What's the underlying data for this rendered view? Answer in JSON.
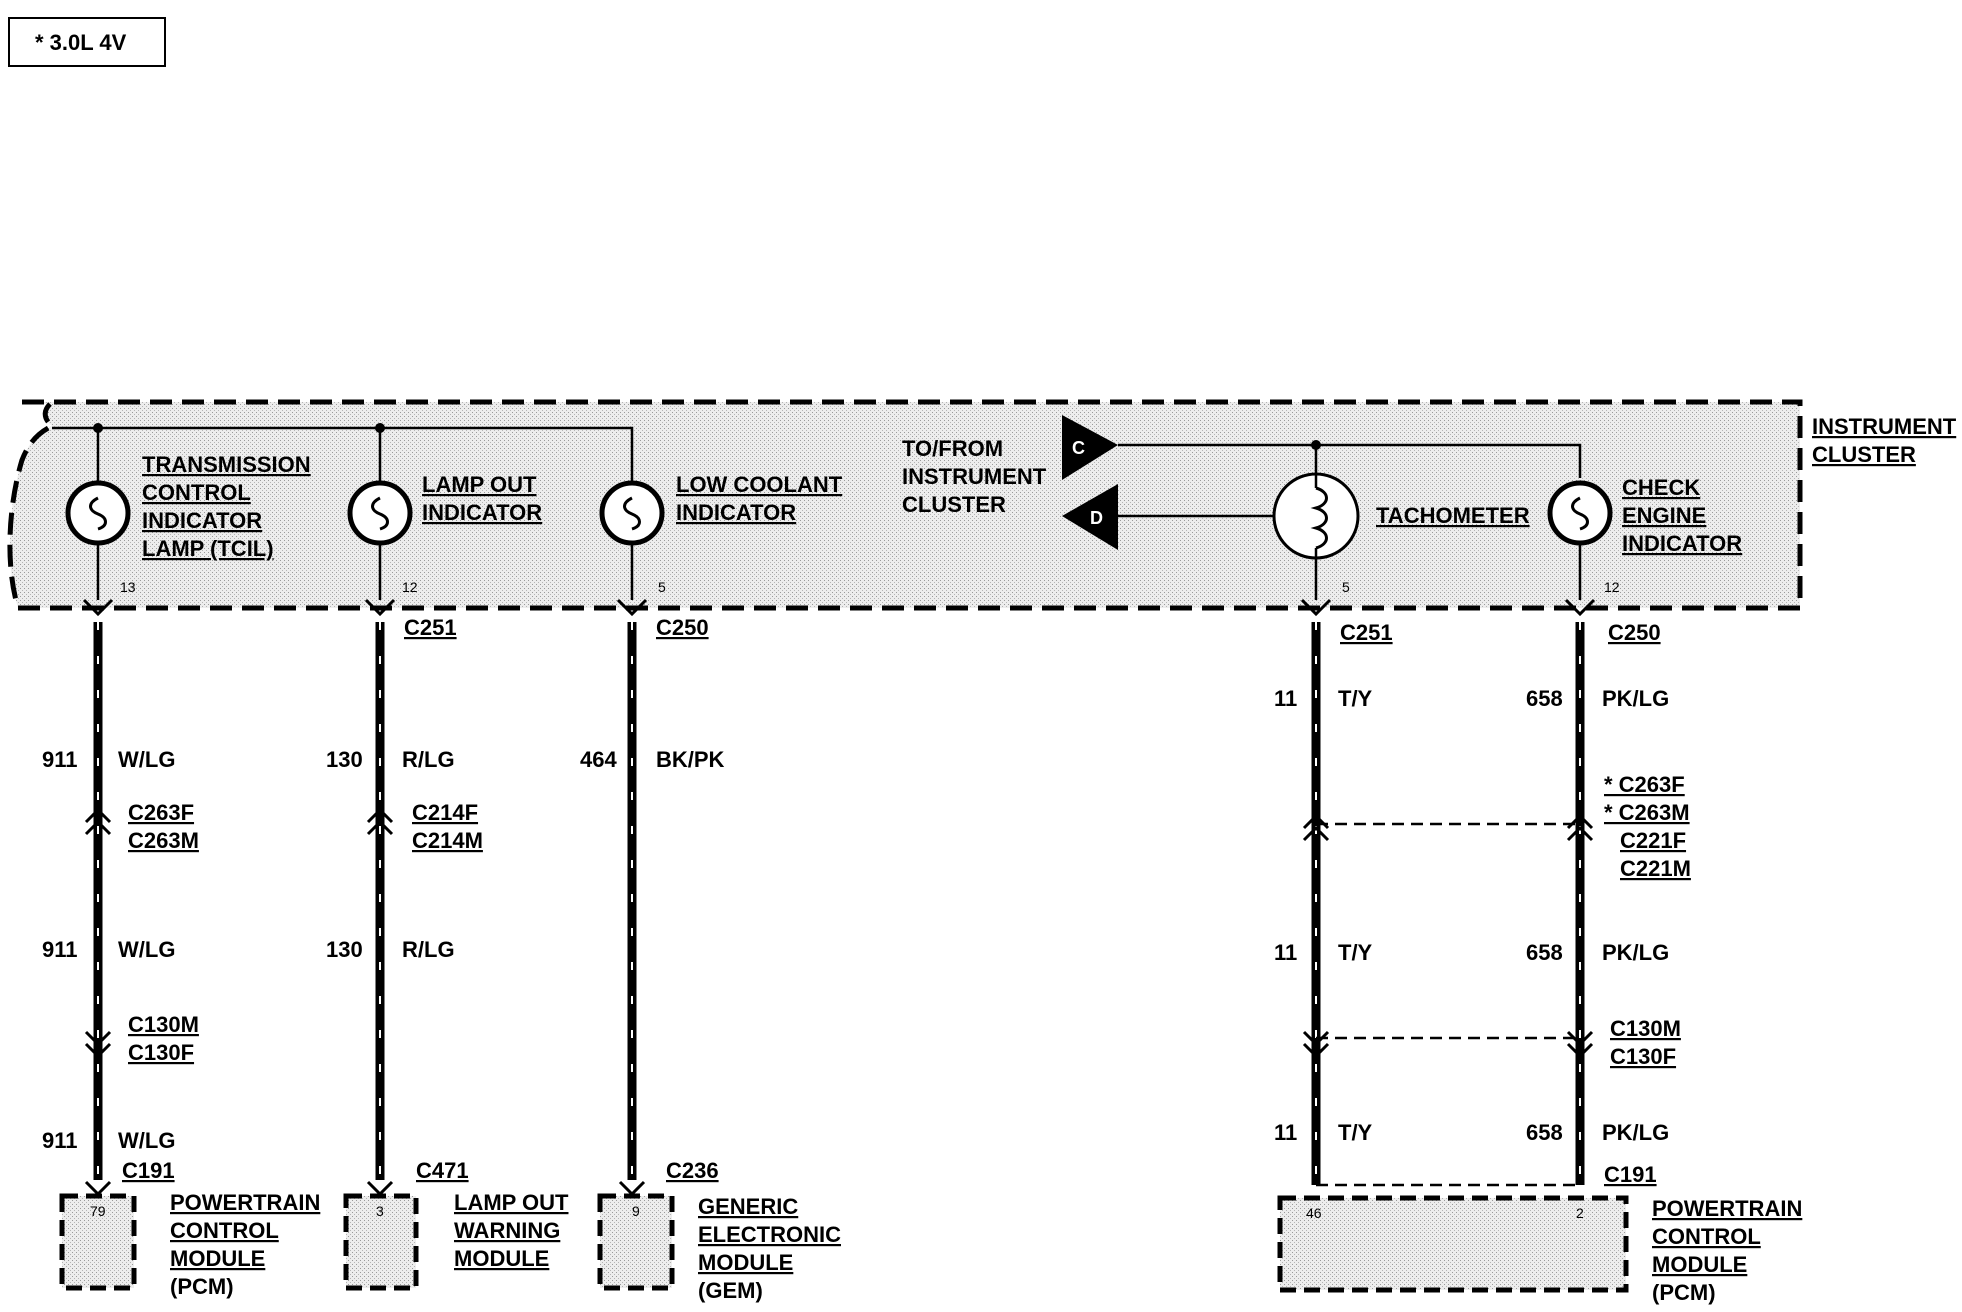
{
  "engine_note": "* 3.0L 4V",
  "cluster": {
    "label_line1": "INSTRUMENT",
    "label_line2": "CLUSTER"
  },
  "components": {
    "tcil": {
      "line1": "TRANSMISSION",
      "line2": "CONTROL",
      "line3": "INDICATOR",
      "line4": "LAMP (TCIL)",
      "pin": "13"
    },
    "lamp_out": {
      "line1": "LAMP OUT",
      "line2": "INDICATOR",
      "pin": "12"
    },
    "low_coolant": {
      "line1": "LOW COOLANT",
      "line2": "INDICATOR",
      "pin": "5"
    },
    "to_from": {
      "line1": "TO/FROM",
      "line2": "INSTRUMENT",
      "line3": "CLUSTER",
      "flag_c": "C",
      "flag_d": "D"
    },
    "tachometer": {
      "label": "TACHOMETER",
      "pin": "5"
    },
    "check_engine": {
      "line1": "CHECK",
      "line2": "ENGINE",
      "line3": "INDICATOR",
      "pin": "12"
    }
  },
  "connectors": {
    "c251_a": "C251",
    "c250_a": "C250",
    "c251_b": "C251",
    "c250_b": "C250",
    "c263_pair_f": "C263F",
    "c263_pair_m": "C263M",
    "c214f": "C214F",
    "c214m": "C214M",
    "c130m_a": "C130M",
    "c130f_a": "C130F",
    "c191_a": "C191",
    "c471": "C471",
    "c236": "C236",
    "c263f_star": "* C263F",
    "c263m_star": "* C263M",
    "c221f": "C221F",
    "c221m": "C221M",
    "c130m_b": "C130M",
    "c130f_b": "C130F",
    "c191_b": "C191"
  },
  "wires": {
    "w911_1": {
      "circuit": "911",
      "color": "W/LG"
    },
    "w911_2": {
      "circuit": "911",
      "color": "W/LG"
    },
    "w911_3": {
      "circuit": "911",
      "color": "W/LG"
    },
    "w130_1": {
      "circuit": "130",
      "color": "R/LG"
    },
    "w130_2": {
      "circuit": "130",
      "color": "R/LG"
    },
    "w464": {
      "circuit": "464",
      "color": "BK/PK"
    },
    "w11_1": {
      "circuit": "11",
      "color": "T/Y"
    },
    "w11_2": {
      "circuit": "11",
      "color": "T/Y"
    },
    "w11_3": {
      "circuit": "11",
      "color": "T/Y"
    },
    "w658_1": {
      "circuit": "658",
      "color": "PK/LG"
    },
    "w658_2": {
      "circuit": "658",
      "color": "PK/LG"
    },
    "w658_3": {
      "circuit": "658",
      "color": "PK/LG"
    }
  },
  "modules": {
    "pcm_a": {
      "pin": "79",
      "line1": "POWERTRAIN",
      "line2": "CONTROL",
      "line3": "MODULE",
      "line4": "(PCM)"
    },
    "lamp_out_module": {
      "pin": "3",
      "line1": "LAMP OUT",
      "line2": "WARNING",
      "line3": "MODULE"
    },
    "gem": {
      "pin": "9",
      "line1": "GENERIC",
      "line2": "ELECTRONIC",
      "line3": "MODULE",
      "line4": "(GEM)"
    },
    "pcm_b": {
      "pin_left": "46",
      "pin_right": "2",
      "line1": "POWERTRAIN",
      "line2": "CONTROL",
      "line3": "MODULE",
      "line4": "(PCM)"
    }
  }
}
